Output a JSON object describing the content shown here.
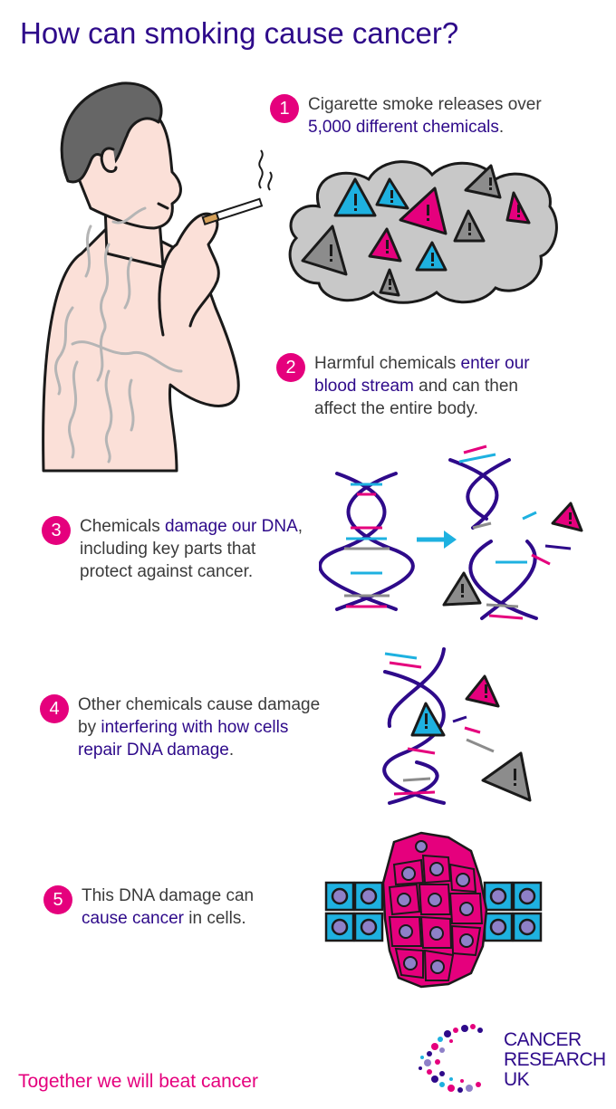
{
  "title": "How can smoking cause cancer?",
  "steps": [
    {
      "number": "1",
      "pre": "Cigarette smoke releases over",
      "highlight": "5,000 different chemicals",
      "post": "."
    },
    {
      "number": "2",
      "pre": "Harmful chemicals",
      "highlight": "enter our blood stream",
      "post": "and can then affect the entire body."
    },
    {
      "number": "3",
      "pre": "Chemicals",
      "highlight": "damage our DNA",
      "post": ", including key parts that protect against cancer."
    },
    {
      "number": "4",
      "pre": "Other chemicals cause damage by",
      "highlight": "interfering with how cells repair DNA damage",
      "post": "."
    },
    {
      "number": "5",
      "pre": "This DNA damage can",
      "highlight": "cause cancer",
      "post": "in cells."
    }
  ],
  "footer": {
    "tagline": "Together we will beat cancer"
  },
  "logo": {
    "line1": "CANCER",
    "line2": "RESEARCH",
    "line3": "UK"
  },
  "colors": {
    "brand_purple": "#2e0a8a",
    "brand_pink": "#e5007d",
    "cyan": "#1eb1e0",
    "grey": "#8c8c8c",
    "skin": "#fbe0d8"
  }
}
